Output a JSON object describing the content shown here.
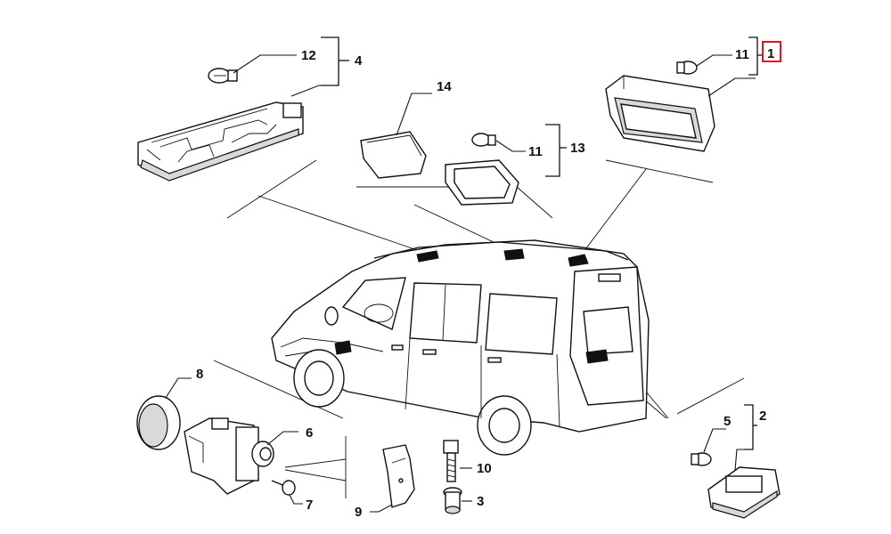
{
  "callouts": {
    "c1": "1",
    "c2": "2",
    "c3": "3",
    "c4": "4",
    "c5": "5",
    "c6": "6",
    "c7": "7",
    "c8": "8",
    "c9": "9",
    "c10": "10",
    "c11a": "11",
    "c11b": "11",
    "c12": "12",
    "c13": "13",
    "c14": "14"
  },
  "highlight": {
    "selected_callout": "1",
    "box_color": "#e0151b"
  },
  "colors": {
    "line": "#111111",
    "background": "#ffffff"
  }
}
